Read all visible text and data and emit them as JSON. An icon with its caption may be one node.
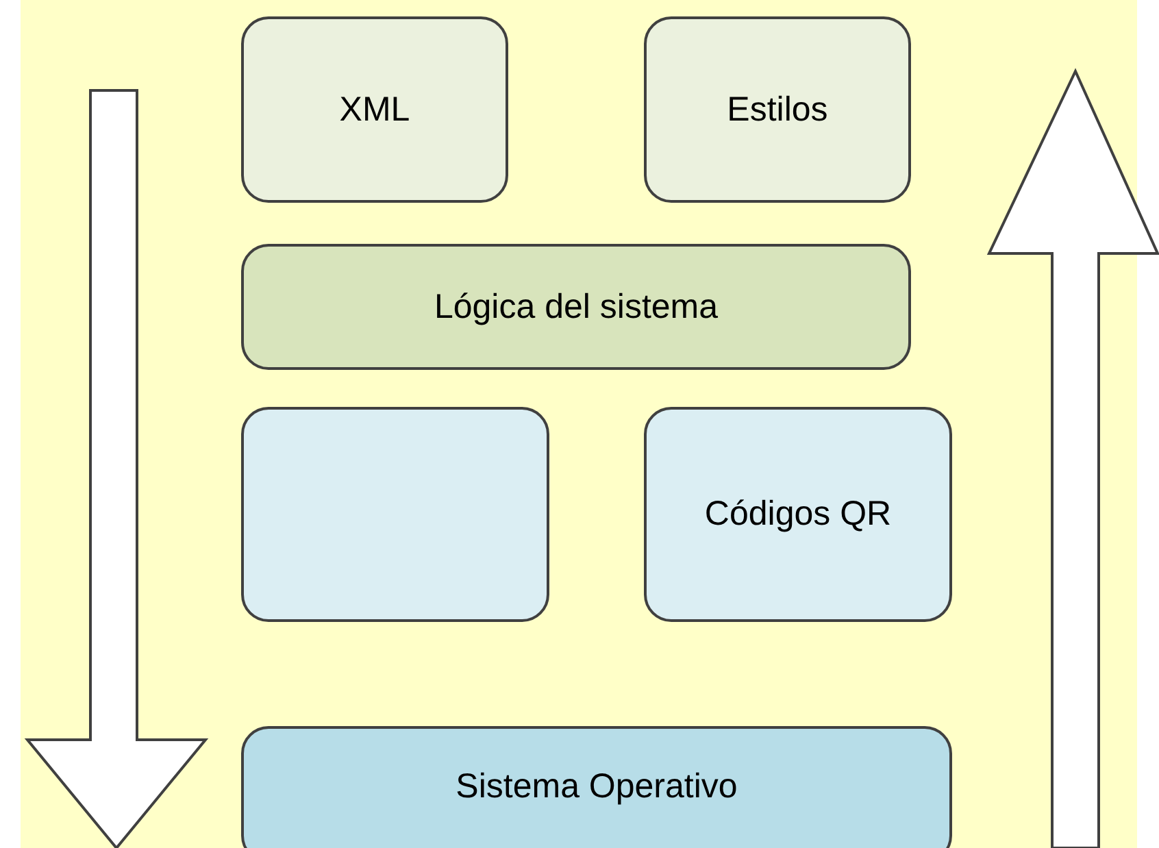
{
  "diagram": {
    "nodes": [
      {
        "text": [
          "XML"
        ]
      },
      {
        "text": [
          "Estilos"
        ]
      },
      {
        "text": [
          "Lógica del sistema"
        ]
      },
      {
        "text": [],
        "shape": "box"
      },
      {
        "text": [
          "Códigos QR"
        ]
      },
      {
        "text": [
          "Sistema Operativo"
        ]
      }
    ]
  }
}
